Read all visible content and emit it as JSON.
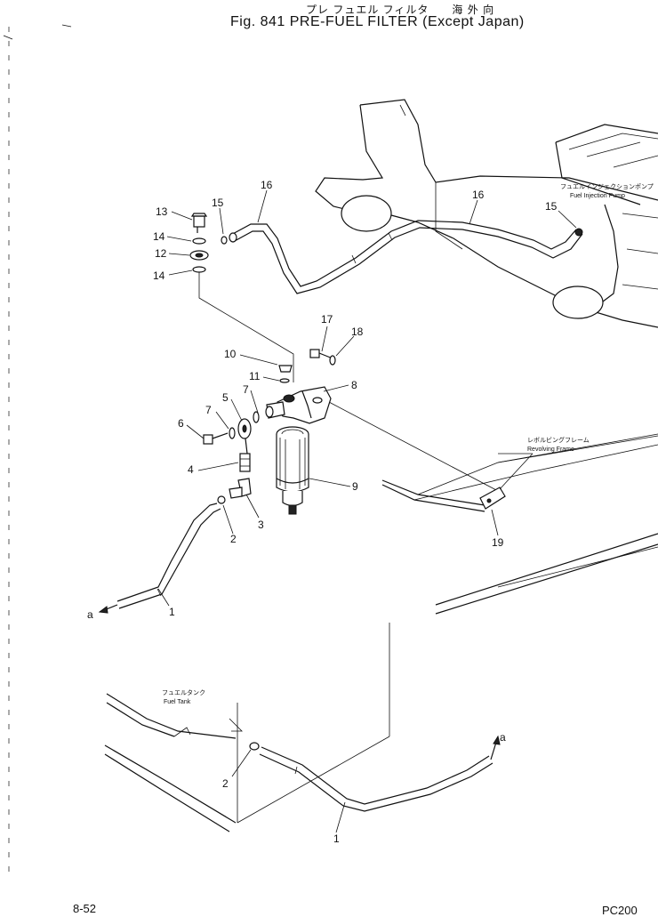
{
  "header": {
    "jp_title": "プレ フュエル フィルタ　　海 外 向",
    "title": "Fig. 841  PRE-FUEL FILTER (Except Japan)"
  },
  "callouts": {
    "c1a": "1",
    "c1b": "1",
    "c2a": "2",
    "c2b": "2",
    "c3": "3",
    "c4": "4",
    "c5": "5",
    "c6": "6",
    "c7a": "7",
    "c7b": "7",
    "c8": "8",
    "c9": "9",
    "c10": "10",
    "c11": "11",
    "c12": "12",
    "c13": "13",
    "c14a": "14",
    "c14b": "14",
    "c15a": "15",
    "c15b": "15",
    "c16a": "16",
    "c16b": "16",
    "c17": "17",
    "c18": "18",
    "c19": "19",
    "ca1": "a",
    "ca2": "a"
  },
  "notes": {
    "injection_pump_jp": "フュエルインジェクションポンプ",
    "injection_pump": "Fuel Injection Pump",
    "revolving_frame_jp": "レボルビングフレーム",
    "revolving_frame": "Revolving Frame",
    "fuel_tank_jp": "フュエルタンク",
    "fuel_tank": "Fuel Tank"
  },
  "footer": {
    "page": "8-52",
    "model": "PC200"
  }
}
